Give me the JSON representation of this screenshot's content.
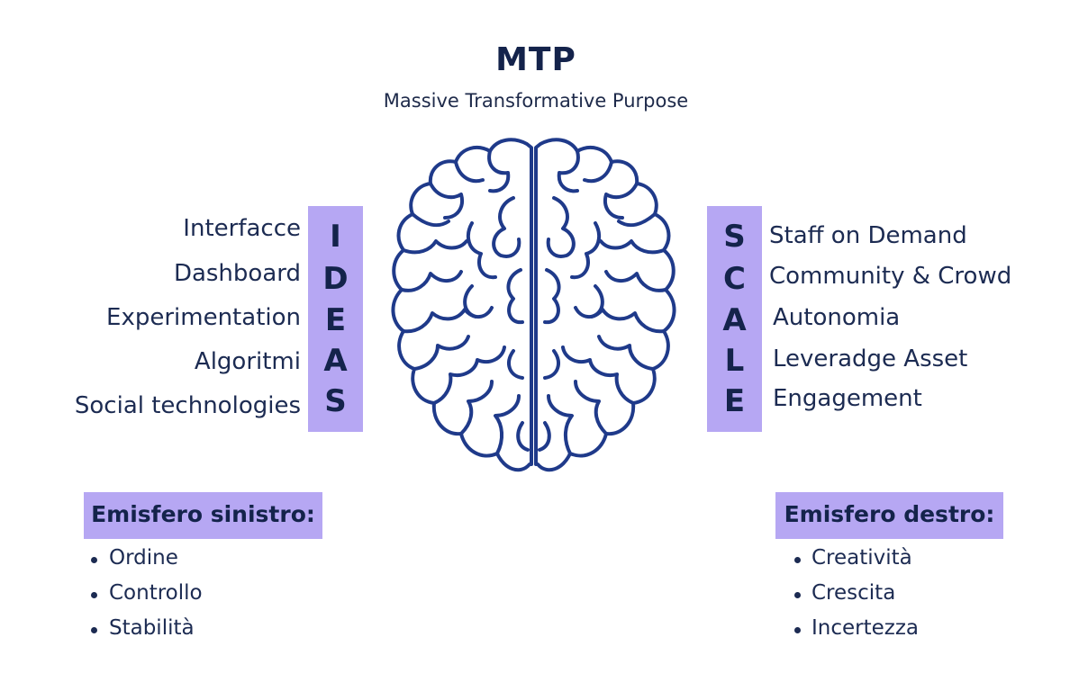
{
  "header": {
    "title": "MTP",
    "subtitle": "Massive Transformative Purpose"
  },
  "ideas": {
    "letters": [
      "I",
      "D",
      "E",
      "A",
      "S"
    ],
    "items": [
      "Interfacce",
      "Dashboard",
      "Experimentation",
      "Algoritmi",
      "Social technologies"
    ]
  },
  "scale": {
    "letters": [
      "S",
      "C",
      "A",
      "L",
      "E"
    ],
    "items": [
      "Staff on Demand",
      "Community & Crowd",
      "Autonomia",
      "Leveradge Asset",
      "Engagement"
    ]
  },
  "left_hemisphere": {
    "heading": "Emisfero sinistro:",
    "bullets": [
      "Ordine",
      "Controllo",
      "Stabilità"
    ]
  },
  "right_hemisphere": {
    "heading": "Emisfero destro:",
    "bullets": [
      "Creatività",
      "Crescita",
      "Incertezza"
    ]
  },
  "colors": {
    "accent_band": "#b6a7f3",
    "text_dark": "#14234b",
    "brain_stroke": "#1f3a8a"
  },
  "icon": "brain-icon"
}
